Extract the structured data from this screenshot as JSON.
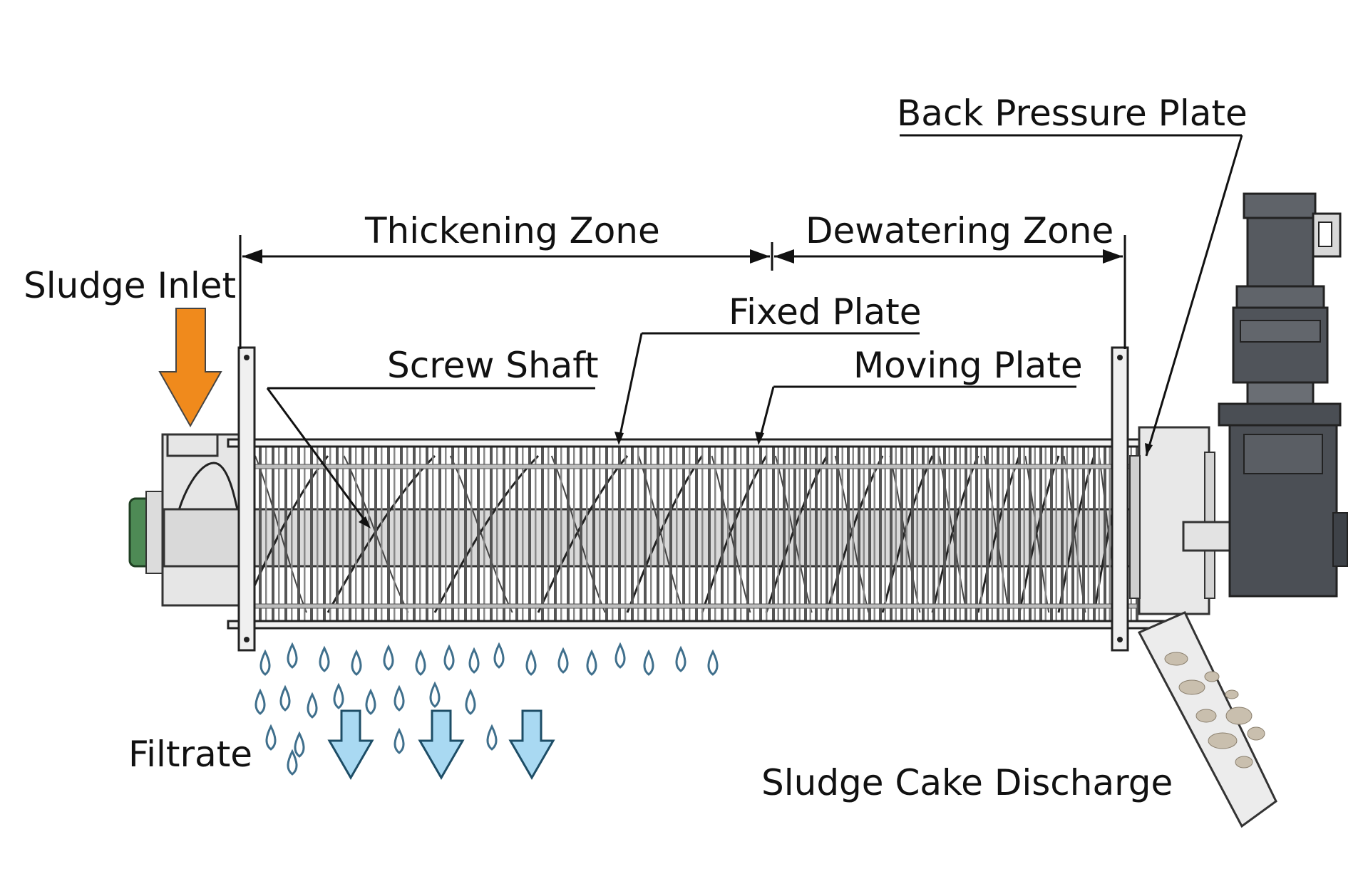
{
  "labels": {
    "sludge_inlet": "Sludge Inlet",
    "thickening_zone": "Thickening Zone",
    "dewatering_zone": "Dewatering Zone",
    "back_pressure_plate": "Back Pressure Plate",
    "fixed_plate": "Fixed Plate",
    "screw_shaft": "Screw Shaft",
    "moving_plate": "Moving Plate",
    "filtrate": "Filtrate",
    "sludge_cake_discharge": "Sludge Cake Discharge"
  },
  "colors": {
    "inlet_arrow": "#f08a1c",
    "filtrate_arrow": "#a9d9f2",
    "drop": "#3f6f8c",
    "machine_fill": "#e6e6e6",
    "motor": "#4d5157",
    "line": "#1a1a1a"
  },
  "icons": {
    "inlet_arrow": "arrow-down",
    "filtrate_arrows": "arrow-down",
    "motor": "gear-motor"
  }
}
